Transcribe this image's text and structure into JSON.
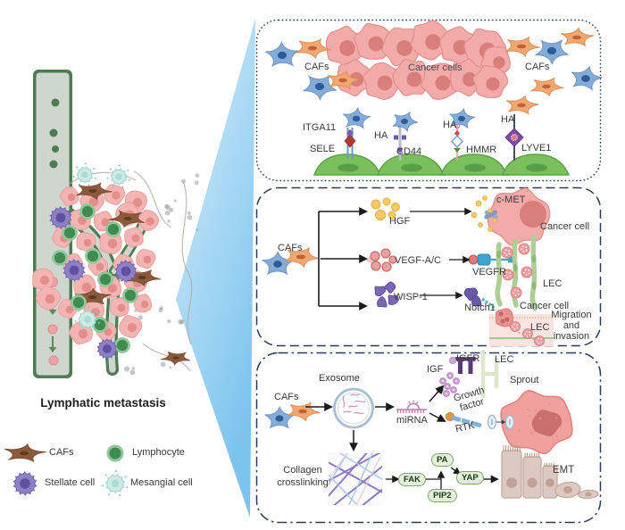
{
  "figure": {
    "left": {
      "title": "Lymphatic metastasis",
      "legend": [
        {
          "icon": "caf-brown-cell",
          "label": "CAFs"
        },
        {
          "icon": "lymphocyte-cell",
          "label": "Lymphocyte"
        },
        {
          "icon": "stellate-cell",
          "label": "Stellate cell"
        },
        {
          "icon": "mesangial-cell",
          "label": "Mesangial cell"
        }
      ]
    },
    "panel_adhesion": {
      "cafs_left": "CAFs",
      "cancer_cells": "Cancer cells",
      "cafs_right": "CAFs",
      "itga11": "ITGA11",
      "sele": "SELE",
      "ha_cd44": "HA",
      "cd44": "CD44",
      "ha_hmmr": "HA",
      "hmmr": "HMMR",
      "ha_lyve1": "HA",
      "lyve1": "LYVE1"
    },
    "panel_secretion": {
      "cafs": "CAFs",
      "hgf": "HGF",
      "cmet": "c-MET",
      "cancer_cell_top": "Cancer cell",
      "vegf": "VEGF-A/C",
      "vegfr": "VEGFR",
      "lec_top": "LEC",
      "wisp1": "WISP-1",
      "notch1": "Notch1",
      "cancer_cell_bottom": "Cancer cell",
      "lec_bottom": "LEC",
      "outcome": "Migration and invasion"
    },
    "panel_exosome": {
      "cafs": "CAFs",
      "exosome": "Exosome",
      "mirna": "miRNA",
      "igf": "IGF",
      "igfr": "IGFR",
      "lec": "LEC",
      "sprout": "Sprout",
      "growth_factor": "Growth factor",
      "rtk": "RTK",
      "collagen": "Collagen crosslinking",
      "fak": "FAK",
      "pa": "PA",
      "pip2": "PIP2",
      "yap": "YAP",
      "emt": "EMT"
    }
  },
  "colors": {
    "panel_border": "#2d3a56",
    "wedge_light": "#d9eefb",
    "wedge_dark": "#7cc4ee",
    "cancer_cell_fill": "#f2aba9",
    "cancer_cell_stroke": "#e28f8d",
    "cancer_nucleus": "#d87e7c",
    "caf_orange": "#f1a772",
    "caf_orange_stroke": "#de8f55",
    "caf_orange_nucleus": "#c26038",
    "fibroblast_blue": "#85acd8",
    "fibroblast_blue_stroke": "#6e94c4",
    "fibroblast_nucleus": "#2e5c94",
    "lec_green": "#7cc05e",
    "lec_green_stroke": "#5ca244",
    "lec_nucleus": "#55a046",
    "vessel_green": "#4e7c52",
    "vessel_lumen": "#cfd6ce",
    "hgf_yellow": "#f5c964",
    "vegf_pink": "#e59090",
    "wisp_purple": "#7a68b4",
    "notch_purple": "#6a58a8",
    "exosome_ring": "#a9bfcf",
    "mirna_pink": "#c077ae",
    "igf_purple": "#cfa3d6",
    "igfr_purple": "#5c3878",
    "rtk_blue": "#7fb2dc",
    "rtk_ligand_orange": "#e8953c",
    "pill_bg": "#e3f1da",
    "pill_border": "#7fa569",
    "emt_tan": "#dcc9c1",
    "emt_stroke": "#c2a698",
    "stellate_purple": "#8e80c4",
    "lymphocyte_green": "#3f8b52",
    "mesangial_teal": "#cdeae4",
    "caf_brown": "#8a5a3b",
    "arrow": "#1b1b1b"
  }
}
